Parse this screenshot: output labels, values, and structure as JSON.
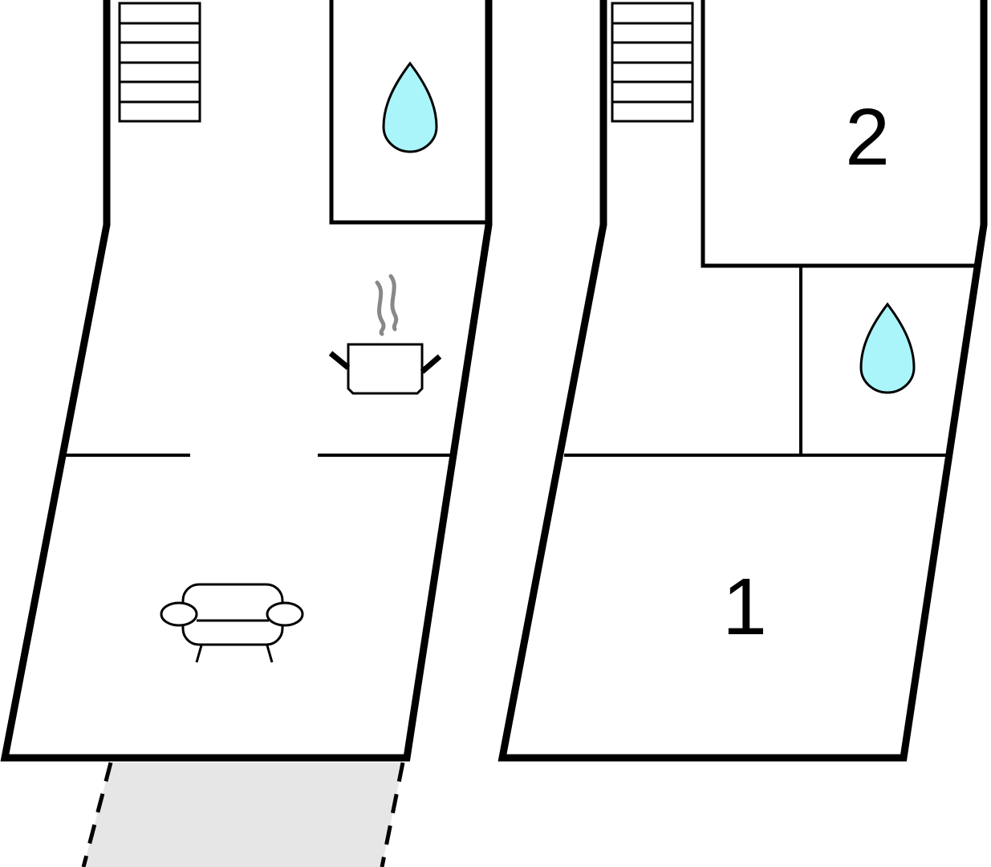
{
  "floors": [
    {
      "name": "ground-floor",
      "rooms": [
        {
          "id": "bathroom",
          "icon": "water-drop-icon"
        },
        {
          "id": "kitchen",
          "icon": "cooking-pot-icon"
        },
        {
          "id": "living-room",
          "icon": "sofa-icon"
        },
        {
          "id": "terrace",
          "icon": "none"
        }
      ],
      "fixtures": [
        "staircase-icon"
      ]
    },
    {
      "name": "upper-floor",
      "rooms": [
        {
          "id": "bedroom-2",
          "label": "2"
        },
        {
          "id": "bathroom",
          "icon": "water-drop-icon"
        },
        {
          "id": "bedroom-1",
          "label": "1"
        }
      ],
      "fixtures": [
        "staircase-icon"
      ]
    }
  ],
  "colors": {
    "wall": "#000000",
    "water": "#aaf5fa",
    "terrace": "#e6e6e6",
    "steam": "#888888",
    "background": "#ffffff"
  }
}
